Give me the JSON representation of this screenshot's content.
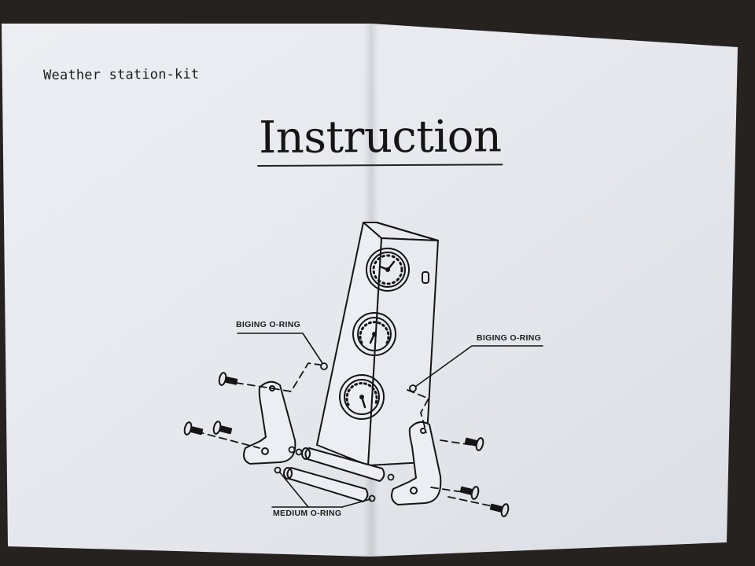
{
  "document": {
    "kit_title": "Weather station-kit",
    "main_title": "Instruction",
    "callouts": {
      "left": "BIGING O-RING",
      "right": "BIGING O-RING",
      "bottom": "MEDIUM O-RING"
    }
  },
  "colors": {
    "paper": "#e7e9ef",
    "background": "#262220",
    "ink": "#1c1c1c"
  }
}
